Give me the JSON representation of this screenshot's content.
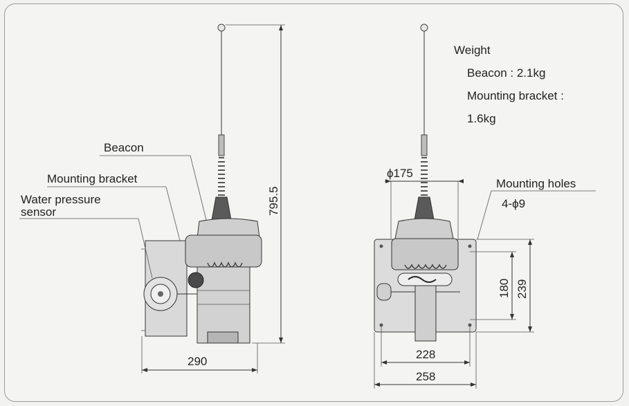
{
  "labels": {
    "beacon": "Beacon",
    "mounting_bracket": "Mounting bracket",
    "water_pressure_sensor_line1": "Water pressure",
    "water_pressure_sensor_line2": "sensor",
    "mounting_holes": "Mounting holes",
    "mounting_holes_spec": "4-ϕ9"
  },
  "weight": {
    "heading": "Weight",
    "beacon": "Beacon : 2.1kg",
    "bracket_line1": "Mounting bracket :",
    "bracket_line2": "1.6kg"
  },
  "dimensions": {
    "height": "795.5",
    "side_width": "290",
    "diameter": "ϕ175",
    "hole_vertical": "180",
    "plate_height": "239",
    "hole_horizontal": "228",
    "plate_width": "258"
  }
}
